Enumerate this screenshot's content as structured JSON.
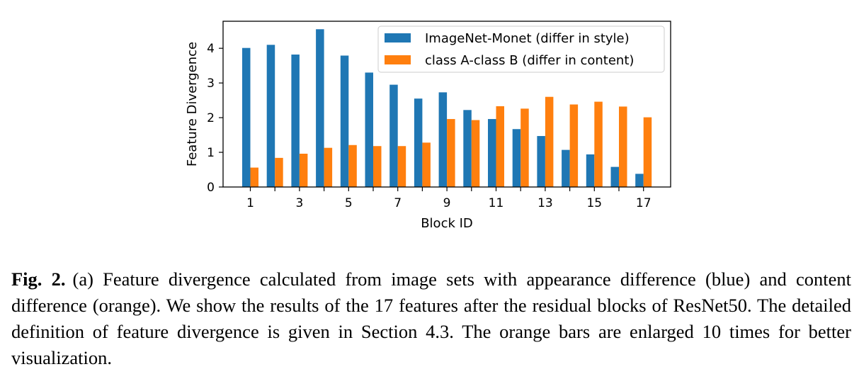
{
  "chart_data": {
    "type": "bar",
    "xlabel": "Block ID",
    "ylabel": "Feature Divergence",
    "categories": [
      1,
      2,
      3,
      4,
      5,
      6,
      7,
      8,
      9,
      10,
      11,
      12,
      13,
      14,
      15,
      16,
      17
    ],
    "xticks": [
      1,
      3,
      5,
      7,
      9,
      11,
      13,
      15,
      17
    ],
    "yticks": [
      0,
      1,
      2,
      3,
      4
    ],
    "ylim": [
      0,
      4.78
    ],
    "grid": false,
    "legend_position": "top-right",
    "series": [
      {
        "name": "ImageNet-Monet (differ in style)",
        "color": "#1f77b4",
        "values": [
          4.01,
          4.1,
          3.82,
          4.55,
          3.79,
          3.3,
          2.95,
          2.55,
          2.73,
          2.22,
          1.96,
          1.67,
          1.47,
          1.07,
          0.94,
          0.58,
          0.38
        ]
      },
      {
        "name": "class A-class B (differ in content)",
        "color": "#ff7f0e",
        "values": [
          0.56,
          0.84,
          0.96,
          1.13,
          1.21,
          1.18,
          1.18,
          1.28,
          1.96,
          1.93,
          2.33,
          2.26,
          2.6,
          2.38,
          2.46,
          2.32,
          2.01
        ]
      }
    ]
  },
  "caption": {
    "lead": "Fig. 2.",
    "text": "(a) Feature divergence calculated from image sets with appearance difference (blue) and content difference (orange). We show the results of the 17 features after the residual blocks of ResNet50. The detailed definition of feature divergence is given in Section 4.3. The orange bars are enlarged 10 times for better visualization."
  }
}
